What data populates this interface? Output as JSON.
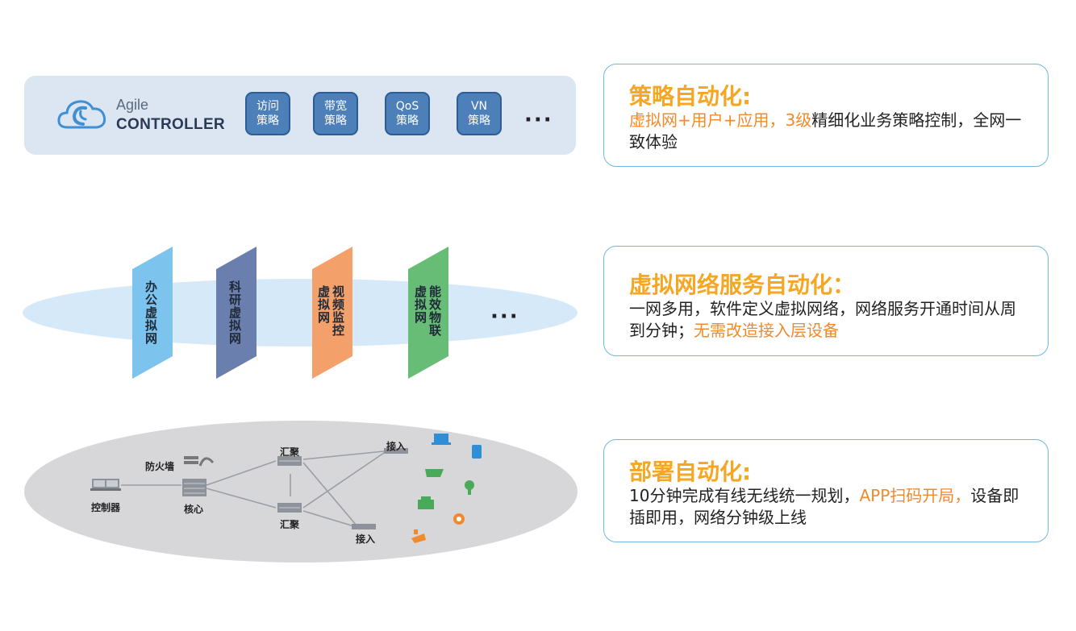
{
  "controller": {
    "logo_top": "Agile",
    "logo_bottom": "CONTROLLER",
    "policies": [
      {
        "line1": "访问",
        "line2": "策略"
      },
      {
        "line1": "带宽",
        "line2": "策略"
      },
      {
        "line1": "QoS",
        "line2": "策略"
      },
      {
        "line1": "VN",
        "line2": "策略"
      }
    ],
    "more": "···"
  },
  "virtual_networks": {
    "items": [
      {
        "label": "办公虚拟网",
        "color": "#7cc4ee"
      },
      {
        "label": "科研虚拟网",
        "color": "#6b7fae"
      },
      {
        "label": "视频监控虚拟网",
        "color": "#f4a06a"
      },
      {
        "label": "能效物联虚拟网",
        "color": "#67bd76"
      }
    ],
    "more": "···"
  },
  "physical_network": {
    "controller": "控制器",
    "firewall": "防火墙",
    "core": "核心",
    "aggregation_top": "汇聚",
    "aggregation_bottom": "汇聚",
    "access_top": "接入",
    "access_bottom": "接入"
  },
  "cards": [
    {
      "title": "策略自动化:",
      "body_highlight": "虚拟网+用户+应用，3级",
      "body_rest": "精细化业务策略控制，全网一致体验"
    },
    {
      "title": "虚拟网络服务自动化：",
      "body_rest": "一网多用，软件定义虚拟网络，网络服务开通时间从周到分钟；",
      "body_highlight": "无需改造接入层设备"
    },
    {
      "title": "部署自动化:",
      "body_rest1": "10分钟完成有线无线统一规划，",
      "body_highlight": "APP扫码开局，",
      "body_rest2": "设备即插即用，网络分钟级上线"
    }
  ],
  "colors": {
    "accent_orange": "#f5a623",
    "highlight_orange": "#f08a2c",
    "card_border": "#6fb7e4",
    "policy_button": "#4d7fb8"
  }
}
